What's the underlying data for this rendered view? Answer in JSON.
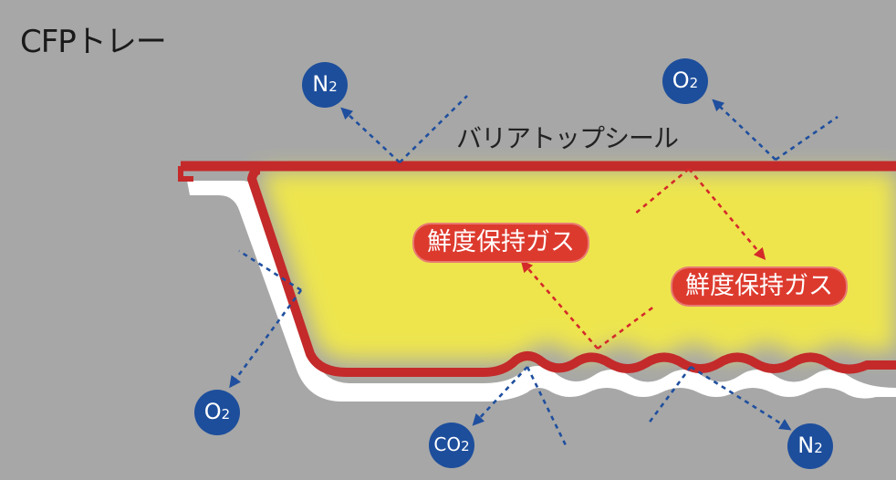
{
  "title": "CFPトレー",
  "seal_label": "バリアトップシール",
  "gas_labels": [
    "鮮度保持ガス",
    "鮮度保持ガス"
  ],
  "molecules": [
    {
      "main": "N",
      "sub": "2"
    },
    {
      "main": "O",
      "sub": "2"
    },
    {
      "main": "O",
      "sub": "2"
    },
    {
      "main": "CO",
      "sub": "2"
    },
    {
      "main": "N",
      "sub": "2"
    }
  ],
  "colors": {
    "background": "#a7a7a7",
    "tray_wall": "#c42a2a",
    "glow": "#f2e94a",
    "gas_pill": "#dd3a2e",
    "molecule": "#1d4e9c",
    "arrow_blue": "#1f4f9e",
    "arrow_red": "#d42a2a"
  }
}
